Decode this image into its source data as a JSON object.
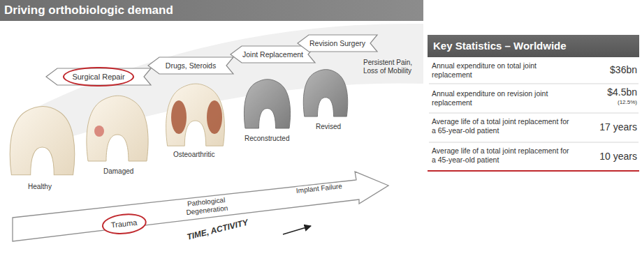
{
  "diagram": {
    "title": "Driving orthobiologic demand",
    "nodes": [
      {
        "text": [
          "Surgical Repair"
        ]
      },
      {
        "text": [
          "Drugs, Steroids"
        ]
      },
      {
        "text": [
          "Joint Replacement"
        ]
      },
      {
        "text": [
          "Revision Surgery"
        ]
      },
      {
        "text": [
          "Trauma",
          "Pathological Degeneration",
          "Implant Failure",
          "TIME, ACTIVITY"
        ]
      },
      {
        "text": [
          "Key Statistics – Worldwide"
        ]
      }
    ],
    "labels": [
      "Healthy",
      "Damaged",
      "Osteoarthritic",
      "Reconstructed",
      "Revised",
      "Persistent Pain, Loss of Mobility",
      "Annual expenditure on total joint replacement",
      "$36bn",
      "Annual expenditure on revision joint replacement",
      "$4.5bn",
      "(12.5%)",
      "Average life of a total joint replacement for a 65-year-old patient",
      "17 years",
      "Average life of a total joint replacement for a 45-year-old patient",
      "10 years"
    ]
  }
}
